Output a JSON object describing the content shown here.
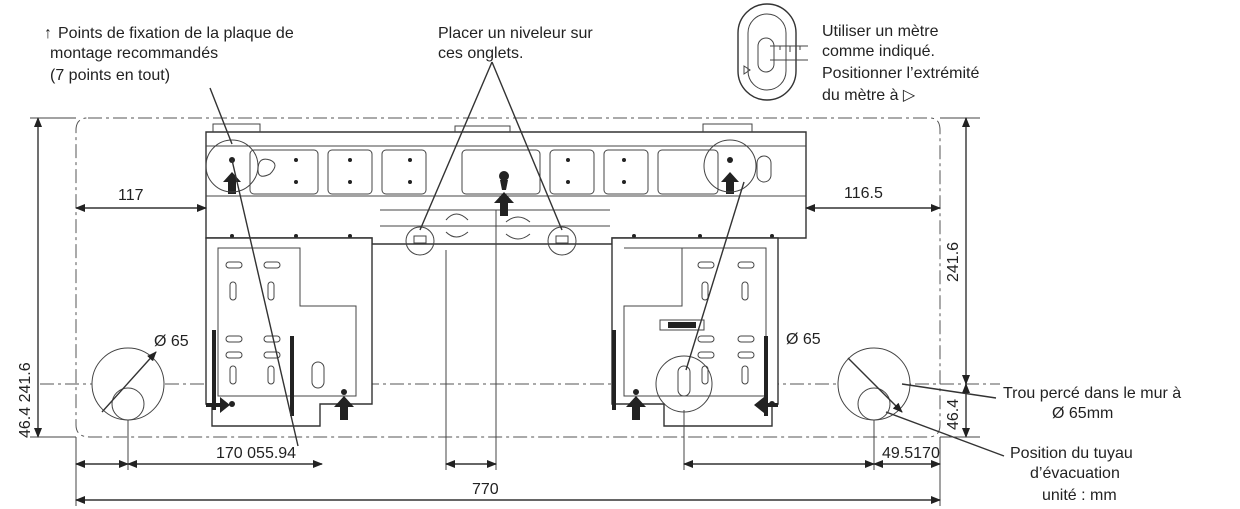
{
  "annotations": {
    "fixation_note": {
      "symbol": "↑",
      "lines": [
        "Points de fixation de la plaque de",
        "montage recommandés",
        "(7 points en tout)"
      ]
    },
    "level_note": {
      "lines": [
        "Placer un niveleur sur",
        "ces onglets."
      ]
    },
    "tape_note": {
      "lines": [
        "Utiliser un mètre",
        "comme indiqué.",
        "Positionner l’extrémité",
        "du mètre à ▷"
      ]
    },
    "wall_hole_note": {
      "lines": [
        "Trou percé dans le mur à",
        "Ø 65mm"
      ]
    },
    "drain_note": {
      "lines": [
        "Position du tuyau",
        "d’évacuation"
      ]
    },
    "unit_note": "unité : mm"
  },
  "dimensions": {
    "left_edge": "117",
    "right_edge": "116.5",
    "right_height": "241.6",
    "left_height": "46.4 241.6",
    "left_diameter": "Ø 65",
    "right_diameter": "Ø 65",
    "right_small_height": "46.4",
    "left_bottom": "170 055.94",
    "right_bottom": "49.5170",
    "total_width": "770"
  }
}
